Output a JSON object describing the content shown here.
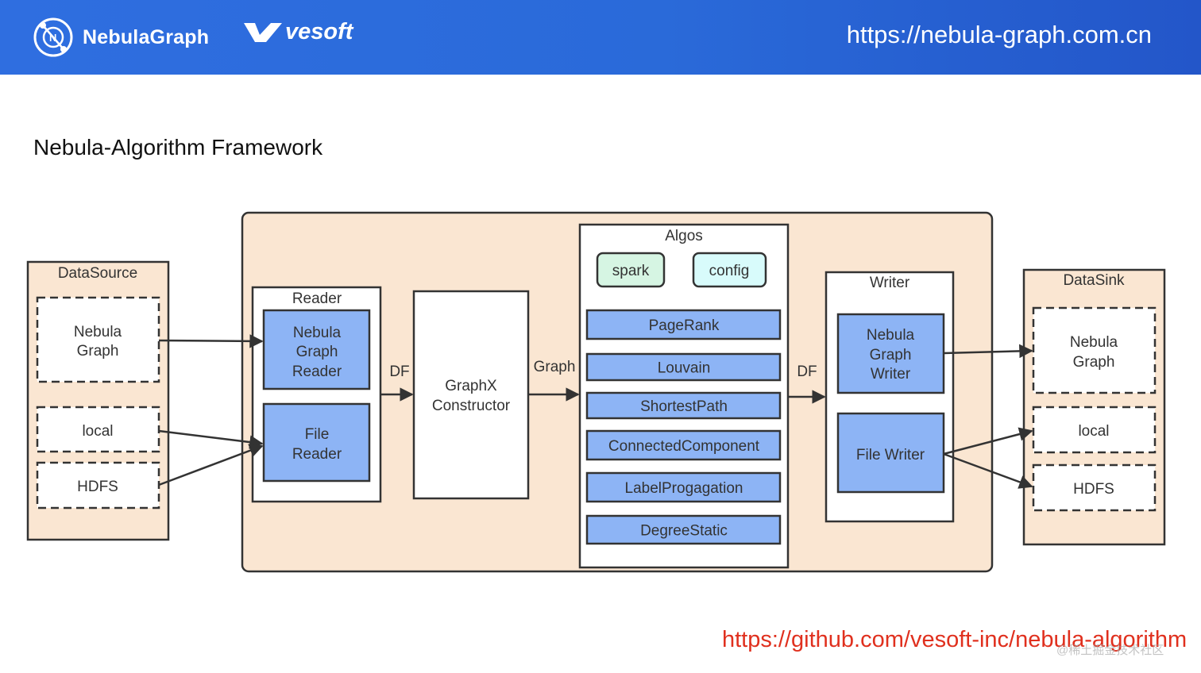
{
  "header": {
    "logo_label": "NebulaGraph",
    "vesoft_label": "vesoft",
    "url": "https://nebula-graph.com.cn"
  },
  "title": "Nebula-Algorithm  Framework",
  "diagram": {
    "datasource": {
      "label": "DataSource",
      "items": [
        "Nebula Graph",
        "local",
        "HDFS"
      ]
    },
    "reader": {
      "label": "Reader",
      "nebula_reader": [
        "Nebula",
        "Graph",
        "Reader"
      ],
      "file_reader": [
        "File",
        "Reader"
      ]
    },
    "df_left": "DF",
    "graphx": [
      "GraphX",
      "Constructor"
    ],
    "graph_edge": "Graph",
    "algos": {
      "label": "Algos",
      "spark": "spark",
      "config": "config",
      "items": [
        "PageRank",
        "Louvain",
        "ShortestPath",
        "ConnectedComponent",
        "LabelProgagation",
        "DegreeStatic"
      ]
    },
    "df_right": "DF",
    "writer": {
      "label": "Writer",
      "nebula_writer": [
        "Nebula",
        "Graph",
        "Writer"
      ],
      "file_writer": "File Writer"
    },
    "datasink": {
      "label": "DataSink",
      "items": [
        "Nebula Graph",
        "local",
        "HDFS"
      ]
    }
  },
  "footer": {
    "url": "https://github.com/vesoft-inc/nebula-algorithm",
    "watermark": "@稀土掘金技术社区"
  },
  "colors": {
    "header_blue": "#2f6ee0",
    "container_fill": "#fae6d2",
    "node_blue": "#8db4f5",
    "green_pill": "#d6f5e3",
    "cyan_pill": "#d8fbfb",
    "footer_red": "#e0301e"
  }
}
